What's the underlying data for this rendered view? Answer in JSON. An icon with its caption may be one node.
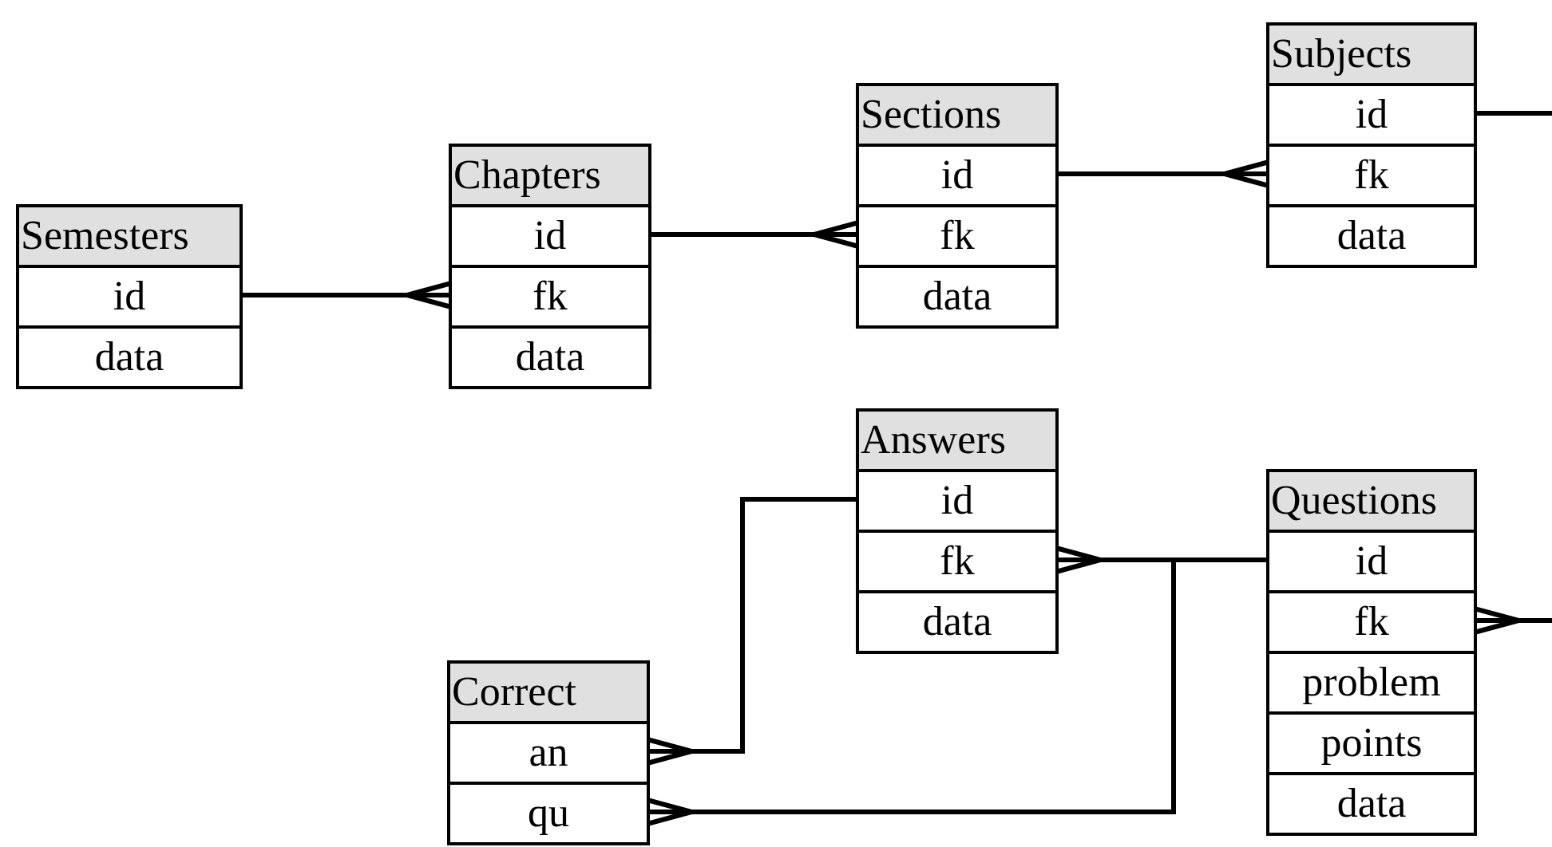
{
  "diagram": {
    "nodes": [
      {
        "text": [
          "Subjects"
        ]
      },
      {
        "text": [
          "id"
        ],
        "in": 0
      },
      {
        "text": [
          "fk"
        ],
        "in": 0
      },
      {
        "text": [
          "data"
        ],
        "in": 0
      },
      {
        "text": [
          "Sections"
        ]
      },
      {
        "text": [
          "id"
        ],
        "in": 4
      },
      {
        "text": [
          "fk"
        ],
        "in": 4
      },
      {
        "text": [
          "data"
        ],
        "in": 4
      },
      {
        "text": [
          "Chapters"
        ]
      },
      {
        "text": [
          "id"
        ],
        "in": 8
      },
      {
        "text": [
          "fk"
        ],
        "in": 8
      },
      {
        "text": [
          "data"
        ],
        "in": 8
      },
      {
        "text": [
          "Semesters"
        ]
      },
      {
        "text": [
          "id"
        ],
        "in": 12
      },
      {
        "text": [
          "data"
        ],
        "in": 12
      },
      {
        "text": [
          "Answers"
        ]
      },
      {
        "text": [
          "id"
        ],
        "in": 15
      },
      {
        "text": [
          "fk"
        ],
        "in": 15
      },
      {
        "text": [
          "data"
        ],
        "in": 15
      },
      {
        "text": [
          "Questions"
        ]
      },
      {
        "text": [
          "id"
        ],
        "in": 19
      },
      {
        "text": [
          "fk"
        ],
        "in": 19
      },
      {
        "text": [
          "problem"
        ],
        "in": 19
      },
      {
        "text": [
          "points"
        ],
        "in": 19
      },
      {
        "text": [
          "data"
        ],
        "in": 19
      },
      {
        "text": [
          "Correct"
        ]
      },
      {
        "text": [
          "an"
        ],
        "in": 25
      },
      {
        "text": [
          "qu"
        ],
        "in": 25
      }
    ],
    "edges": [
      {
        "from": 1,
        "to": null,
        "arrow": "none"
      },
      {
        "from": 5,
        "to": 2,
        "arrow": "other"
      },
      {
        "from": 9,
        "to": 6,
        "arrow": "other"
      },
      {
        "from": 13,
        "to": 10,
        "arrow": "other"
      },
      {
        "from": 16,
        "to": 26,
        "arrow": "other"
      },
      {
        "from": 20,
        "to": 17,
        "arrow": "other"
      },
      {
        "from": 20,
        "to": 27,
        "arrow": "other"
      },
      {
        "from": null,
        "to": 21,
        "arrow": "other"
      }
    ]
  }
}
